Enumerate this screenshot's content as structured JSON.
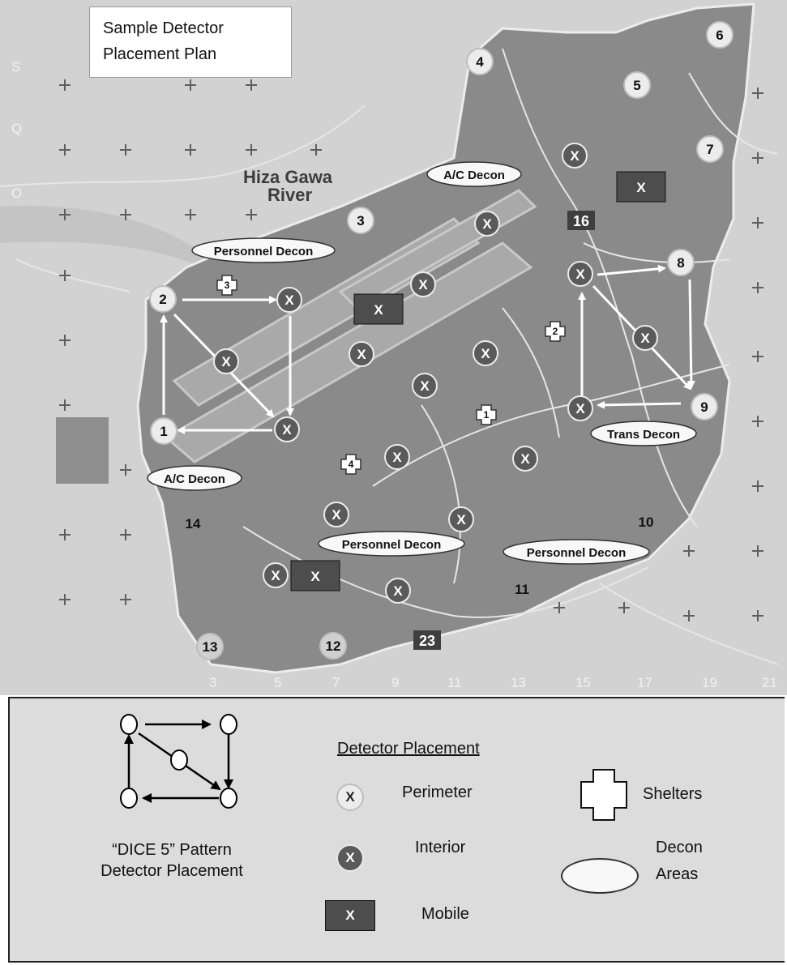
{
  "title": {
    "line1": "Sample Detector",
    "line2": "Placement Plan"
  },
  "map": {
    "river_label_1": "Hiza Gawa",
    "river_label_2": "River",
    "road_labels": [
      "16",
      "23"
    ],
    "grid_labels_bottom": [
      "3",
      "5",
      "7",
      "9",
      "11",
      "13",
      "15",
      "17",
      "19",
      "21"
    ],
    "grid_labels_left": [
      "S",
      "Q",
      "O"
    ],
    "perimeter_detectors": [
      "1",
      "2",
      "3",
      "4",
      "5",
      "6",
      "7",
      "8",
      "9",
      "10",
      "11",
      "12",
      "13",
      "14"
    ],
    "interior_detector_label": "X",
    "mobile_detector_label": "X",
    "shelter_numbers": [
      "1",
      "2",
      "3",
      "4"
    ],
    "decon_areas": [
      "A/C Decon",
      "Personnel Decon",
      "A/C Decon",
      "Trans Decon",
      "Personnel Decon",
      "Personnel Decon"
    ]
  },
  "legend": {
    "dice_caption_1": "“DICE 5” Pattern",
    "dice_caption_2": "Detector Placement",
    "heading": "Detector Placement",
    "perimeter": {
      "symbol": "X",
      "label": "Perimeter"
    },
    "interior": {
      "symbol": "X",
      "label": "Interior"
    },
    "mobile": {
      "symbol": "X",
      "label": "Mobile"
    },
    "shelters": "Shelters",
    "decon_1": "Decon",
    "decon_2": "Areas"
  },
  "colors": {
    "base_area": "#8a8a8a",
    "background_terrain": "#d2d2d2",
    "perimeter_fill": "#ececec",
    "interior_fill": "#5a5a5a",
    "mobile_fill": "#4d4d4d",
    "arrow": "#ffffff"
  }
}
